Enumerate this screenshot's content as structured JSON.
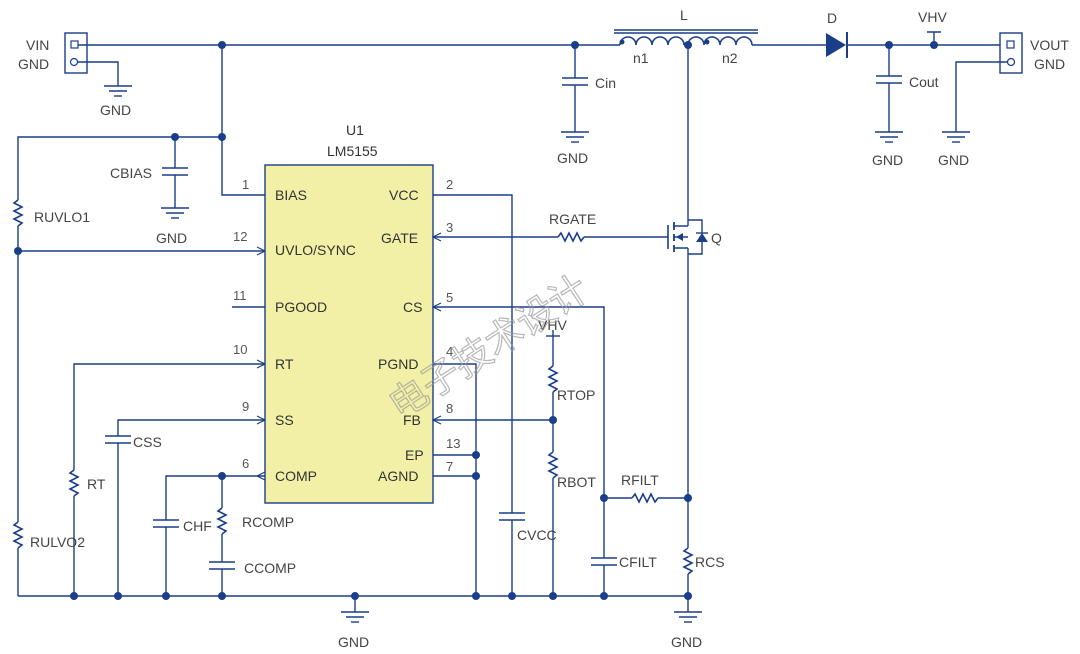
{
  "input_connector": {
    "vin": "VIN",
    "gnd": "GND"
  },
  "output_connector": {
    "vout": "VOUT",
    "gnd": "GND"
  },
  "ic": {
    "ref": "U1",
    "part": "LM5155",
    "pins": [
      {
        "num": "1",
        "name": "BIAS"
      },
      {
        "num": "12",
        "name": "UVLO/SYNC"
      },
      {
        "num": "11",
        "name": "PGOOD"
      },
      {
        "num": "10",
        "name": "RT"
      },
      {
        "num": "9",
        "name": "SS"
      },
      {
        "num": "6",
        "name": "COMP"
      },
      {
        "num": "2",
        "name": "VCC"
      },
      {
        "num": "3",
        "name": "GATE"
      },
      {
        "num": "5",
        "name": "CS"
      },
      {
        "num": "4",
        "name": "PGND"
      },
      {
        "num": "8",
        "name": "FB"
      },
      {
        "num": "13",
        "name": "EP"
      },
      {
        "num": "7",
        "name": "AGND"
      }
    ]
  },
  "components": {
    "inductor": "L",
    "winding1": "n1",
    "winding2": "n2",
    "diode": "D",
    "vhv": "VHV",
    "cin": "Cin",
    "cout": "Cout",
    "cbias": "CBIAS",
    "ruvlo1": "RUVLO1",
    "ruvlo2": "RULVO2",
    "rt": "RT",
    "css": "CSS",
    "chf": "CHF",
    "rcomp": "RCOMP",
    "ccomp": "CCOMP",
    "rgate": "RGATE",
    "q": "Q",
    "vhv2": "VHV",
    "rtop": "RTOP",
    "rbot": "RBOT",
    "rfilt": "RFILT",
    "cfilt": "CFILT",
    "rcs": "RCS",
    "cvcc": "CVCC"
  },
  "grounds": {
    "gnd_in": "GND",
    "gnd_cin": "GND",
    "gnd_cout": "GND",
    "gnd_out": "GND",
    "gnd_cbias": "GND",
    "gnd_bottom": "GND",
    "gnd_bottom_right": "GND"
  },
  "watermark": "电子技术设计",
  "colors": {
    "wire": "#1a3e8a",
    "ic_fill": "#f2f0a6",
    "ic_stroke": "#1a3e8a"
  }
}
